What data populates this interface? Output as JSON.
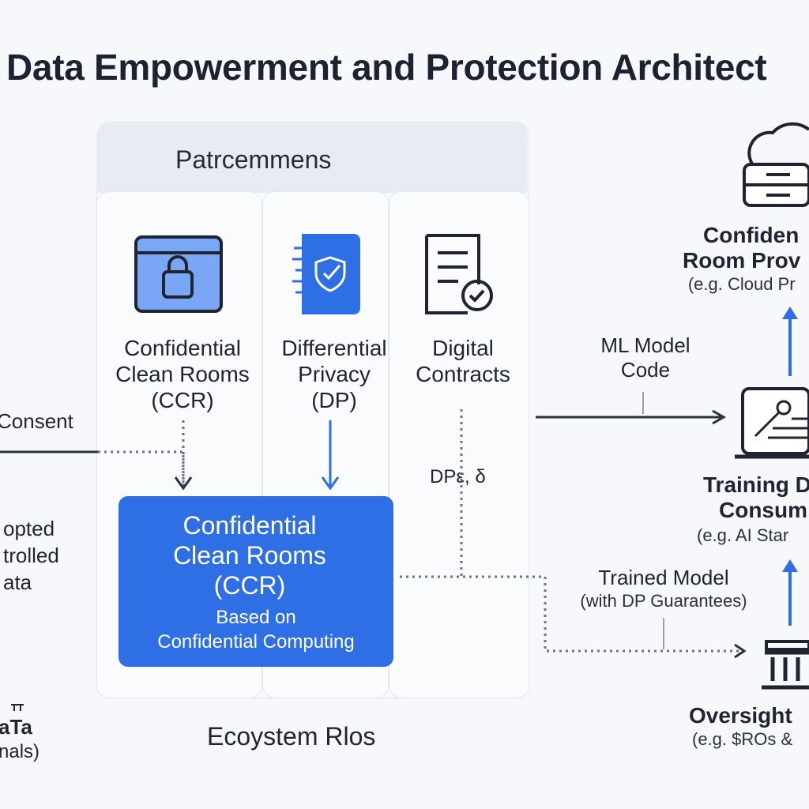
{
  "title": "Data Empowerment and Protection Architect",
  "panel": {
    "header": "Patrcemmens",
    "footer": "Ecoystem Rlos",
    "columns": [
      {
        "label_line1": "Confidential",
        "label_line2": "Clean Rooms",
        "label_line3": "(CCR)",
        "icon": "lock-window-icon"
      },
      {
        "label_line1": "Differential",
        "label_line2": "Privacy",
        "label_line3": "(DP)",
        "icon": "shield-check-icon"
      },
      {
        "label_line1": "Digital",
        "label_line2": "Contracts",
        "label_line3": "",
        "icon": "contract-document-icon"
      }
    ]
  },
  "ccr_box": {
    "title_line1": "Confidential",
    "title_line2": "Clean Rooms",
    "title_line3": "(CCR)",
    "sub_line1": "Based on",
    "sub_line2": "Confidential Computing"
  },
  "left": {
    "consent": "Consent",
    "data_line1": "opted",
    "data_line2": "trolled",
    "data_line3": "ata",
    "bottom_line1": "aTa",
    "bottom_line2": "nals)"
  },
  "flows": {
    "ml_model_line1": "ML Model",
    "ml_model_line2": "Code",
    "dp_params": "DPε, δ",
    "trained_model_line1": "Trained Model",
    "trained_model_line2": "(with DP Guarantees)"
  },
  "right": {
    "provider_line1": "Confiden",
    "provider_line2": "Room Prov",
    "provider_line3": "(e.g. Cloud Pr",
    "training_line1": "Training D",
    "training_line2": "Consum",
    "training_line3": "(e.g. AI Star",
    "oversight_line1": "Oversight",
    "oversight_line2": "(e.g. $ROs &"
  },
  "colors": {
    "accent_blue": "#2f6fe6",
    "light_blue": "#7aa7f5",
    "dark_line": "#2b3140",
    "dotted_line": "#6b7280"
  }
}
